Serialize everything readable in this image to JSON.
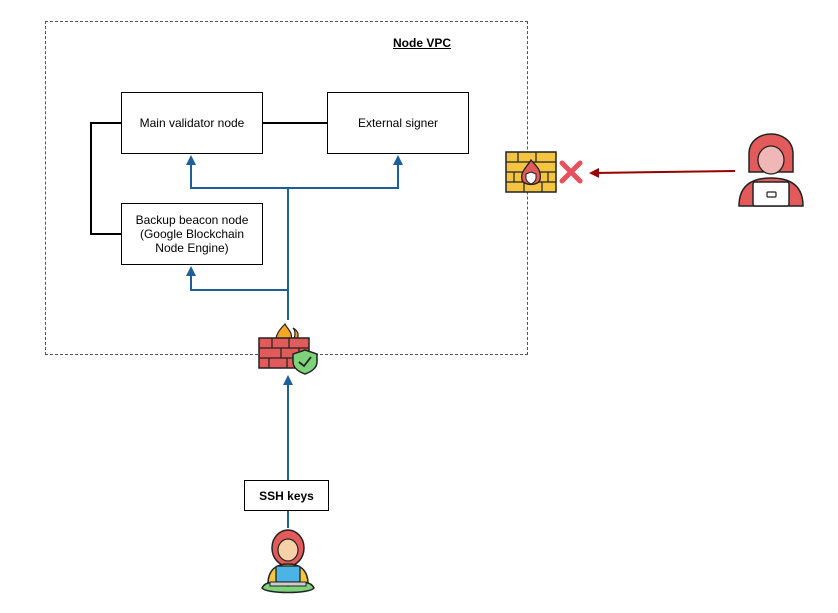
{
  "diagram": {
    "vpc_label": "Node VPC",
    "nodes": {
      "main_validator": "Main validator node",
      "external_signer": "External signer",
      "backup_beacon": [
        "Backup beacon node",
        "(Google Blockchain",
        "Node Engine)"
      ]
    },
    "ssh_label": "SSH keys",
    "icons": {
      "internal_firewall": "firewall-shield-icon",
      "external_firewall": "firewall-icon",
      "blocked": "cross-icon",
      "attacker": "hacker-icon",
      "operator": "operator-laptop-icon"
    },
    "colors": {
      "access_arrow": "#1f5f99",
      "attack_arrow": "#990000",
      "blocked_cross": "#e8505b",
      "brick": "#e35a5a",
      "firewall_frame": "#f5c542"
    }
  }
}
